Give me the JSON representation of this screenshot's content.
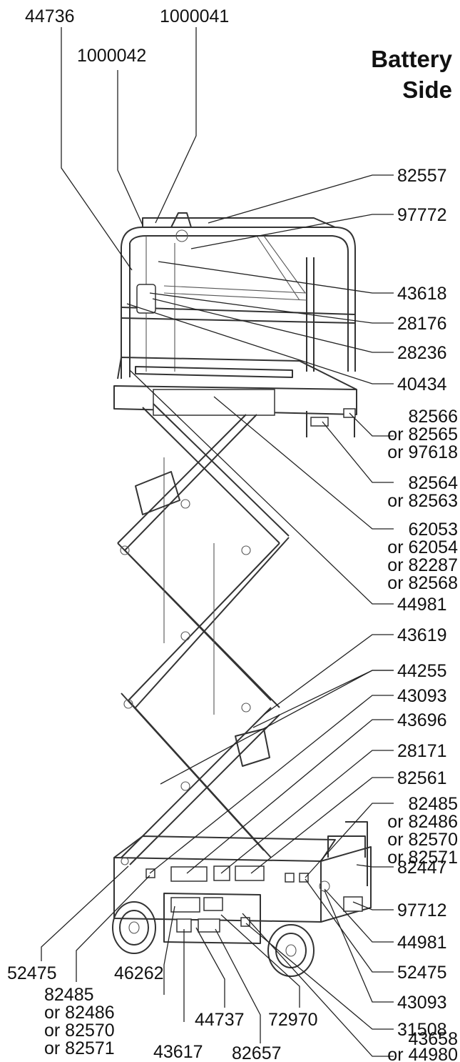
{
  "title": {
    "line1": "Battery",
    "line2": "Side"
  },
  "callouts": {
    "c44736": "44736",
    "c1000041": "1000041",
    "c1000042": "1000042",
    "c82557": "82557",
    "c97772": "97772",
    "c43618": "43618",
    "c28176": "28176",
    "c28236": "28236",
    "c40434": "40434",
    "c82566": [
      "82566",
      "or 82565",
      "or 97618"
    ],
    "c82564": [
      "82564",
      "or 82563"
    ],
    "c62053": [
      "62053",
      "or 62054",
      "or 82287",
      "or 82568"
    ],
    "c44981a": "44981",
    "c43619": "43619",
    "c44255": "44255",
    "c43093a": "43093",
    "c43696": "43696",
    "c28171": "28171",
    "c82561": "82561",
    "c82485r": [
      "82485",
      "or 82486",
      "or 82570",
      "or 82571"
    ],
    "c82447": "82447",
    "c97712": "97712",
    "c44981b": "44981",
    "c52475r": "52475",
    "c43093b": "43093",
    "c31508": "31508",
    "c43658": [
      "43658",
      "or 44980"
    ],
    "c52475l": "52475",
    "c46262": "46262",
    "c82485l": [
      "82485",
      "or 82486",
      "or 82570",
      "or 82571"
    ],
    "c44737": "44737",
    "c72970": "72970",
    "c43617": "43617",
    "c82657": "82657"
  }
}
